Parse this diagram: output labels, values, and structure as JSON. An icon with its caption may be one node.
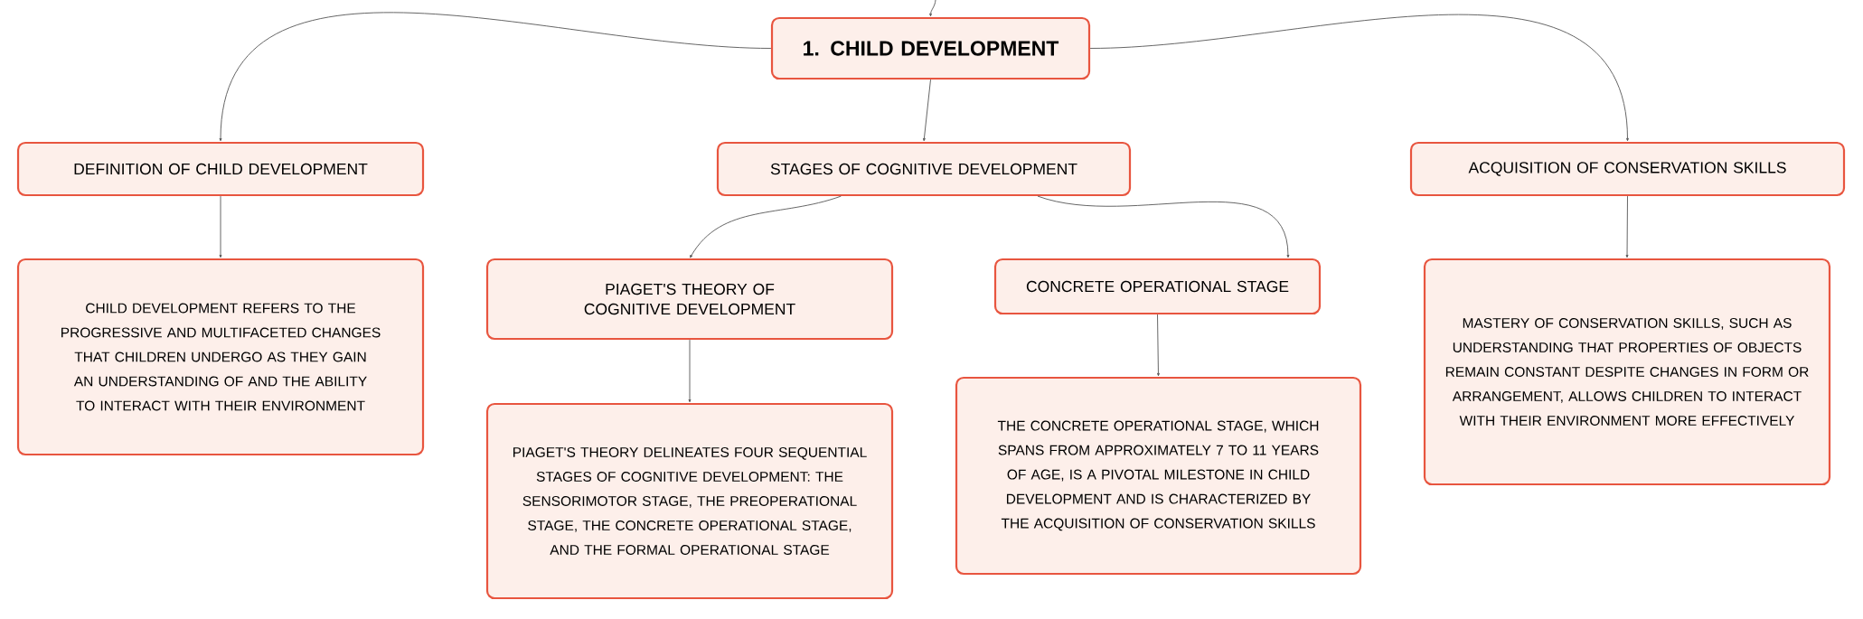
{
  "diagram": {
    "nodes": [
      {
        "text": [
          "1. CHILD DEVELOPMENT"
        ]
      },
      {
        "text": [
          "DEFINITION OF CHILD DEVELOPMENT"
        ]
      },
      {
        "text": [
          "STAGES OF COGNITIVE DEVELOPMENT"
        ]
      },
      {
        "text": [
          "ACQUISITION OF CONSERVATION SKILLS"
        ]
      },
      {
        "text": [
          "CHILD DEVELOPMENT REFERS TO THE PROGRESSIVE AND MULTIFACETED CHANGES THAT CHILDREN UNDERGO AS THEY GAIN AN UNDERSTANDING OF AND THE ABILITY TO INTERACT WITH THEIR ENVIRONMENT"
        ]
      },
      {
        "text": [
          "PIAGET'S THEORY OF COGNITIVE DEVELOPMENT"
        ]
      },
      {
        "text": [
          "CONCRETE OPERATIONAL STAGE"
        ]
      },
      {
        "text": [
          "MASTERY OF CONSERVATION SKILLS, SUCH AS UNDERSTANDING THAT PROPERTIES OF OBJECTS REMAIN CONSTANT DESPITE CHANGES IN FORM OR ARRANGEMENT, ALLOWS CHILDREN TO INTERACT WITH THEIR ENVIRONMENT MORE EFFECTIVELY"
        ]
      },
      {
        "text": [
          "PIAGET'S THEORY DELINEATES FOUR SEQUENTIAL STAGES OF COGNITIVE DEVELOPMENT: THE SENSORIMOTOR STAGE, THE PREOPERATIONAL STAGE, THE CONCRETE OPERATIONAL STAGE, AND THE FORMAL OPERATIONAL STAGE"
        ]
      },
      {
        "text": [
          "THE CONCRETE OPERATIONAL STAGE, WHICH SPANS FROM APPROXIMATELY 7 TO 11 YEARS OF AGE, IS A PIVOTAL MILESTONE IN CHILD DEVELOPMENT AND IS CHARACTERIZED BY THE ACQUISITION OF CONSERVATION SKILLS"
        ]
      }
    ],
    "edges": [
      {
        "from": null,
        "to": 0,
        "arrow": "to"
      },
      {
        "from": 0,
        "to": 1,
        "arrow": "to"
      },
      {
        "from": 0,
        "to": 2,
        "arrow": "to"
      },
      {
        "from": 0,
        "to": 3,
        "arrow": "to"
      },
      {
        "from": 1,
        "to": 4,
        "arrow": "to"
      },
      {
        "from": 2,
        "to": 5,
        "arrow": "to"
      },
      {
        "from": 2,
        "to": 6,
        "arrow": "to"
      },
      {
        "from": 3,
        "to": 7,
        "arrow": "to"
      },
      {
        "from": 5,
        "to": 8,
        "arrow": "to"
      },
      {
        "from": 6,
        "to": 9,
        "arrow": "to"
      }
    ]
  }
}
